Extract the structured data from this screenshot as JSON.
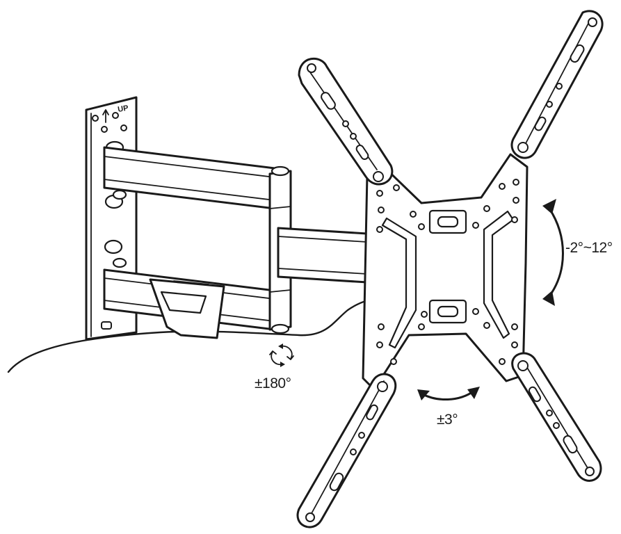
{
  "bracket_label": "UP",
  "annotations": {
    "swivel": "±180°",
    "tilt": "-2°~12°",
    "rotation": "±3°"
  },
  "icons": {
    "swivel": "rotate-arrows-icon",
    "up_arrow": "up-arrow-icon"
  }
}
